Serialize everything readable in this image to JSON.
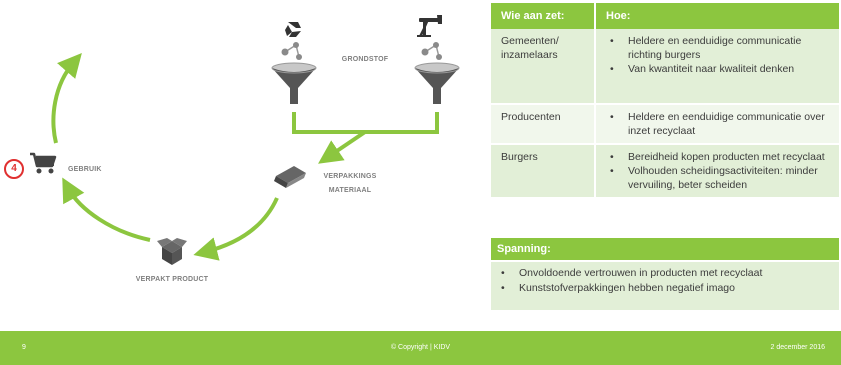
{
  "colors": {
    "accent": "#8cc63f",
    "row_dark": "#e2efd7",
    "row_light": "#f1f7ec",
    "step_red": "#e03030",
    "icon_grey": "#555555"
  },
  "diagram": {
    "step_number": "4",
    "labels": {
      "grondstof": "GRONDSTOF",
      "verpakkings": "VERPAKKINGS",
      "materiaal": "MATERIAAL",
      "gebruik": "GEBRUIK",
      "verpakt_product": "VERPAKT PRODUCT"
    },
    "icons": [
      "recycle-icon",
      "oil-pump-icon",
      "funnel-icon",
      "shopping-cart-icon",
      "box-icon",
      "packaging-material-icon"
    ]
  },
  "table": {
    "headers": [
      "Wie aan zet:",
      "Hoe:"
    ],
    "rows": [
      {
        "who": "Gemeenten/ inzamelaars",
        "how": [
          "Heldere en eenduidige communicatie richting burgers",
          "Van kwantiteit naar kwaliteit denken"
        ]
      },
      {
        "who": "Producenten",
        "how": [
          "Heldere en eenduidige communicatie over inzet recyclaat"
        ]
      },
      {
        "who": "Burgers",
        "how": [
          "Bereidheid kopen producten met recyclaat",
          "Volhouden scheidingsactiviteiten: minder vervuiling, beter scheiden"
        ]
      }
    ]
  },
  "spanning": {
    "title": "Spanning:",
    "items": [
      "Onvoldoende vertrouwen in producten met recyclaat",
      "Kunststofverpakkingen hebben negatief imago"
    ]
  },
  "footer": {
    "page": "9",
    "copyright": "© Copyright | KIDV",
    "date": "2 december 2016"
  }
}
